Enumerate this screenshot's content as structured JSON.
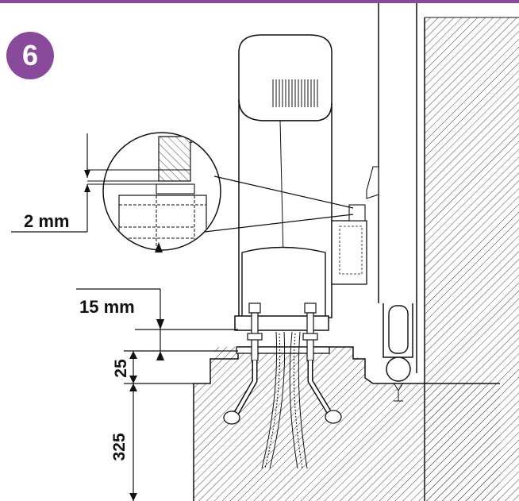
{
  "step_badge": "6",
  "dimensions": {
    "gap_small": "2 mm",
    "gap_base": "15 mm",
    "height_plinth": "25",
    "height_foundation": "325"
  },
  "colors": {
    "accent": "#8a4a9c",
    "line": "#111111",
    "hatch": "#444444"
  }
}
